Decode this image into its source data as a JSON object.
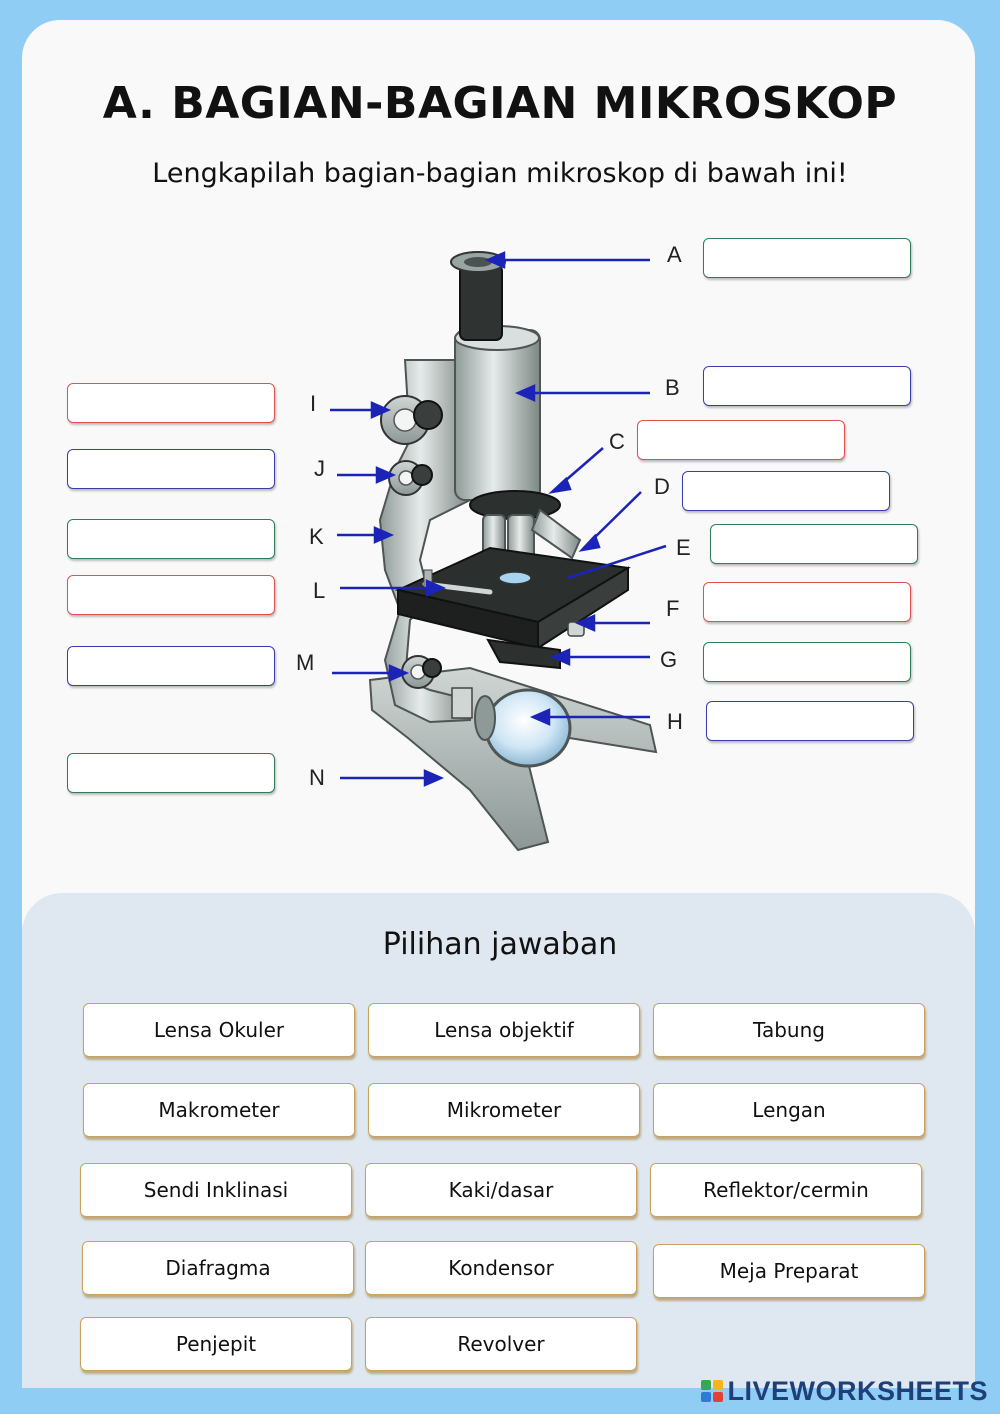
{
  "title": "A. BAGIAN-BAGIAN MIKROSKOP",
  "subtitle": "Lengkapilah bagian-bagian mikroskop di bawah ini!",
  "labels": [
    "A",
    "B",
    "C",
    "D",
    "E",
    "F",
    "G",
    "H",
    "I",
    "J",
    "K",
    "L",
    "M",
    "N"
  ],
  "choices_title": "Pilihan jawaban",
  "choices": [
    "Lensa Okuler",
    "Lensa objektif",
    "Tabung",
    "Makrometer",
    "Mikrometer",
    "Lengan",
    "Sendi Inklinasi",
    "Kaki/dasar",
    "Reflektor/cermin",
    "Diafragma",
    "Kondensor",
    "Meja Preparat",
    "Penjepit",
    "Revolver"
  ],
  "brand": "LIVEWORKSHEETS",
  "colors": {
    "red": "#e05252",
    "blue": "#3a3fa8",
    "green": "#2f7d5a",
    "arrow": "#1c24b8",
    "background": "#8fcdf5",
    "chip_border": "#c9a35d"
  }
}
